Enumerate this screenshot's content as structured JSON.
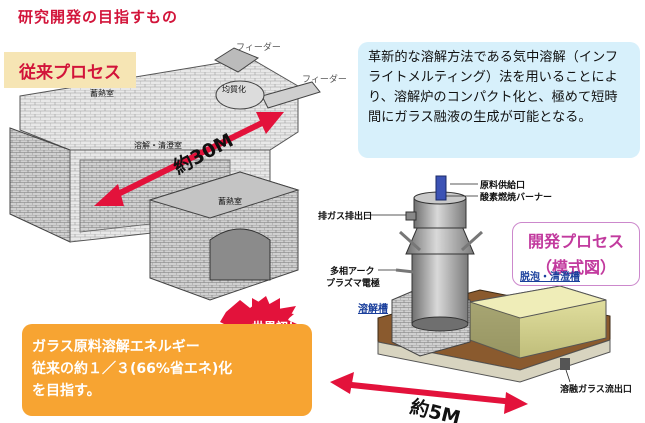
{
  "title": "研究開発の目指すもの",
  "conventional": {
    "label": "従来プロセス",
    "parts": {
      "feeder_top": "フィーダー",
      "feeder_right": "フィーダー",
      "regenerator_left": "蓄熱室",
      "regenerator_right": "蓄熱室",
      "melting_chamber": "溶解・清澄室",
      "working_end": "均質化"
    },
    "length": "約30M"
  },
  "callout": "革新的な溶解方法である気中溶解（インフライトメルティング）法を用いることにより、溶解炉のコンパクト化と、極めて短時間にガラス融液の生成が可能となる。",
  "developed": {
    "label_line1": "開発プロセス",
    "label_line2": "（模式図）",
    "parts": {
      "raw_feed": "原料供給口",
      "oxy_burner": "酸素燃焼バーナー",
      "exhaust": "排ガス排出口",
      "arc_line1": "多相アーク",
      "arc_line2": "プラズマ電極",
      "melting_tank": "溶解槽",
      "refining_tank": "脱泡・清澄槽",
      "glass_outlet": "溶融ガラス流出口"
    },
    "length": "約5M"
  },
  "burst": "世界初！",
  "energy": {
    "line1": "ガラス原料溶解エネルギー",
    "line2": "従来の約１／３(66%省エネ)化",
    "line3": "を目指す。"
  },
  "colors": {
    "title": "#d2143a",
    "arrow": "#e3123b",
    "callout_bg": "#d7f0fb",
    "energy_bg": "#f7a432",
    "burst": "#e3123b",
    "dev_label": "#c23a9e"
  }
}
